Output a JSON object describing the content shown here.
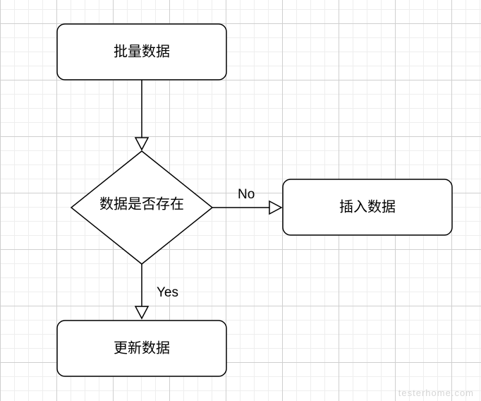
{
  "flowchart": {
    "nodes": [
      {
        "id": "batch",
        "shape": "rounded-rect",
        "label": "批量数据"
      },
      {
        "id": "exists",
        "shape": "diamond",
        "label": "数据是否存在"
      },
      {
        "id": "insert",
        "shape": "rounded-rect",
        "label": "插入数据"
      },
      {
        "id": "update",
        "shape": "rounded-rect",
        "label": "更新数据"
      }
    ],
    "edges": [
      {
        "from": "batch",
        "to": "exists",
        "label": ""
      },
      {
        "from": "exists",
        "to": "insert",
        "label": "No"
      },
      {
        "from": "exists",
        "to": "update",
        "label": "Yes"
      }
    ]
  },
  "watermark": "testerhome.com",
  "colors": {
    "stroke": "#000000",
    "fill": "#ffffff",
    "grid_major": "#cfcfcf",
    "grid_minor": "#eeeeee"
  }
}
